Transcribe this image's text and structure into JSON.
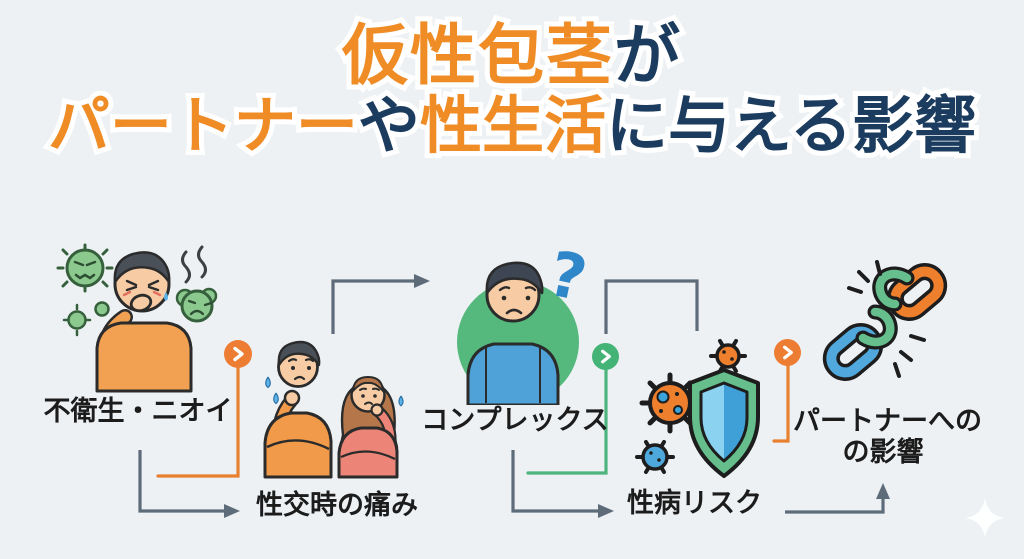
{
  "meta": {
    "kind": "infographic-flow-diagram",
    "language": "ja"
  },
  "background_color": "#edf1f4",
  "title": {
    "full_text": "仮性包茎がパートナーや性生活に与える影響",
    "line1": [
      {
        "text": "仮性包茎",
        "color": "#ef8c26"
      },
      {
        "text": "が",
        "color": "#1b3c5f"
      }
    ],
    "line2": [
      {
        "text": "パートナー",
        "color": "#ef8c26"
      },
      {
        "text": "や",
        "color": "#1b3c5f"
      },
      {
        "text": "性生活",
        "color": "#ef8c26"
      },
      {
        "text": "に与える影響",
        "color": "#1b3c5f"
      }
    ]
  },
  "steps": [
    {
      "label": "不衛生・ニオイ",
      "illustration": "man-covering-nose-with-germs-and-odor"
    },
    {
      "label": "性交時の痛み",
      "illustration": "worried-couple-with-sweat-drops"
    },
    {
      "label": "コンプレックス",
      "question_mark": "?",
      "illustration": "sad-man-with-question-mark-in-green-circle"
    },
    {
      "label": "性病リスク",
      "illustration": "virus-cells-and-protective-shield"
    },
    {
      "label_line1": "パートナーへの",
      "label_line2": "の影響",
      "illustration": "broken-chain-links"
    }
  ],
  "flow": [
    {
      "from": "不衛生・ニオイ",
      "to": "性交時の痛み"
    },
    {
      "from": "性交時の痛み",
      "to": "コンプレックス"
    },
    {
      "from": "コンプレックス",
      "to": "性病リスク"
    },
    {
      "from": "性病リスク",
      "to": "パートナーへのの影響"
    }
  ],
  "icons": {
    "chevron_right": "›",
    "sparkle": "✦"
  },
  "colors": {
    "accent_orange": "#ef8c26",
    "navy": "#1b3c5f",
    "label_text": "#1c1c1c",
    "connector_gray": "#5e6c79",
    "connector_orange": "#e8802f",
    "connector_green": "#4eb47e",
    "germ_green": "#8cc98f",
    "skin": "#f7cba3",
    "shirt_orange": "#f2a052",
    "shirt_salmon": "#ec8578",
    "shirt_blue": "#4fa2d8",
    "circle_green": "#55b97d",
    "virus_orange": "#ee7f2d",
    "virus_blue": "#4fa8dc",
    "shield_green": "#65be8c",
    "shield_blue_light": "#8ad2f0",
    "shield_blue_dark": "#3fa0d8",
    "chain_blue": "#51a8dc",
    "chain_orange": "#ee7f2d"
  }
}
